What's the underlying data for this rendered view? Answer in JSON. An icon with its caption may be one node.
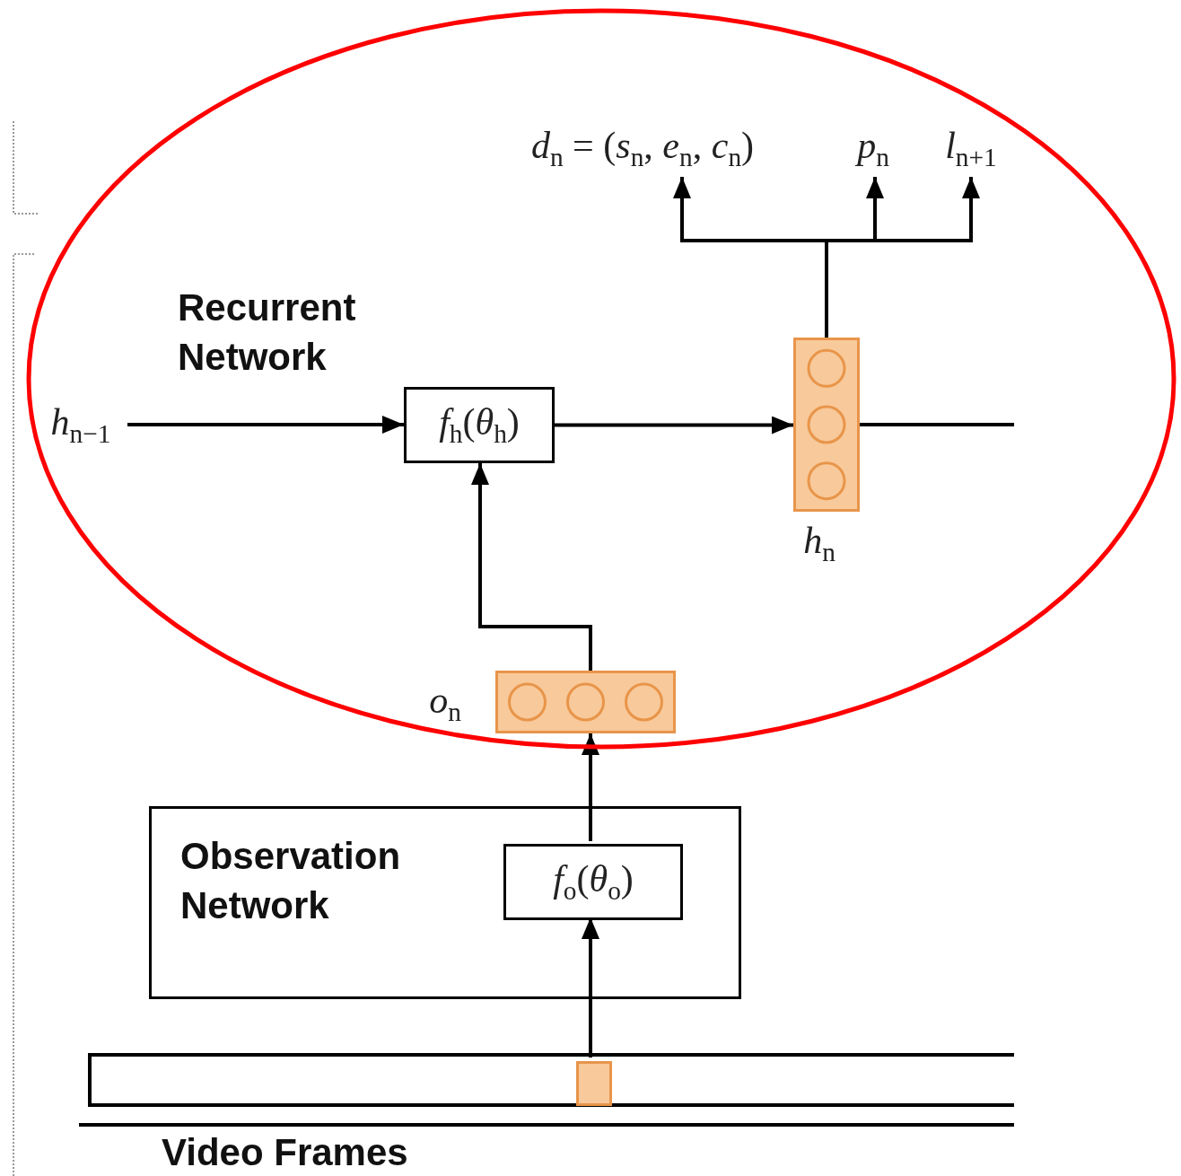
{
  "diagram": {
    "nodes": [
      {
        "text": [
          "*h*$_{n−1}$"
        ]
      },
      {
        "text": [
          "*f*$_{h}$(*θ*$_{h}$)"
        ]
      },
      {
        "text": [],
        "shape": "bar",
        "beside": [
          "*h*$_{n}$"
        ]
      },
      {
        "text": [
          "*d*$_{n}$ = (*s*$_{n}$, *e*$_{n}$, *c*$_{n}$)"
        ]
      },
      {
        "text": [
          "*p*$_{n}$"
        ]
      },
      {
        "text": [
          "*l*$_{n+1}$"
        ]
      },
      {
        "text": [],
        "shape": "bar",
        "beside": [
          "*o*$_{n}$"
        ]
      },
      {
        "text": [
          "Observation Network"
        ]
      },
      {
        "text": [
          "*f*$_{o}$(*θ*$_{o}$)"
        ],
        "in": 7
      },
      {
        "text": [],
        "shape": "bar",
        "beside": [
          "Video Frames"
        ]
      },
      {
        "text": [],
        "shape": "box",
        "in": 9
      }
    ],
    "edges": [
      {
        "from": 0,
        "to": 1,
        "arrow": "to"
      },
      {
        "from": 1,
        "to": 2,
        "arrow": "to"
      },
      {
        "from": 2,
        "to": null,
        "arrow": "none"
      },
      {
        "from": 2,
        "to": 3,
        "arrow": "to"
      },
      {
        "from": 2,
        "to": 4,
        "arrow": "to"
      },
      {
        "from": 2,
        "to": 5,
        "arrow": "to"
      },
      {
        "from": 6,
        "to": 1,
        "arrow": "to"
      },
      {
        "from": 8,
        "to": 6,
        "arrow": "to"
      },
      {
        "from": 10,
        "to": 8,
        "arrow": "to"
      }
    ],
    "labels": [
      "Recurrent Network"
    ]
  }
}
